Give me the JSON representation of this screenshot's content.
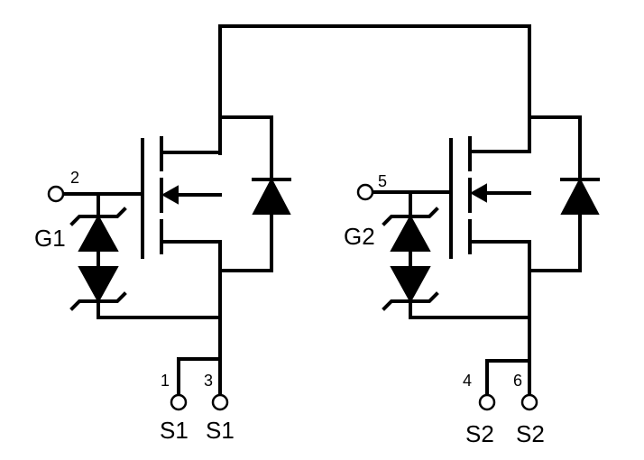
{
  "mosfet_1": {
    "gate_pin_number": "2",
    "gate_label": "G1",
    "source_pins": [
      {
        "number": "1",
        "label": "S1"
      },
      {
        "number": "3",
        "label": "S1"
      }
    ]
  },
  "mosfet_2": {
    "gate_pin_number": "5",
    "gate_label": "G2",
    "source_pins": [
      {
        "number": "4",
        "label": "S2"
      },
      {
        "number": "6",
        "label": "S2"
      }
    ]
  },
  "colors": {
    "line": "#000000",
    "background": "#ffffff"
  },
  "icons": [
    "n-channel-mosfet-icon",
    "body-diode-icon",
    "gate-protection-zener-icon",
    "pin-terminal-icon"
  ]
}
